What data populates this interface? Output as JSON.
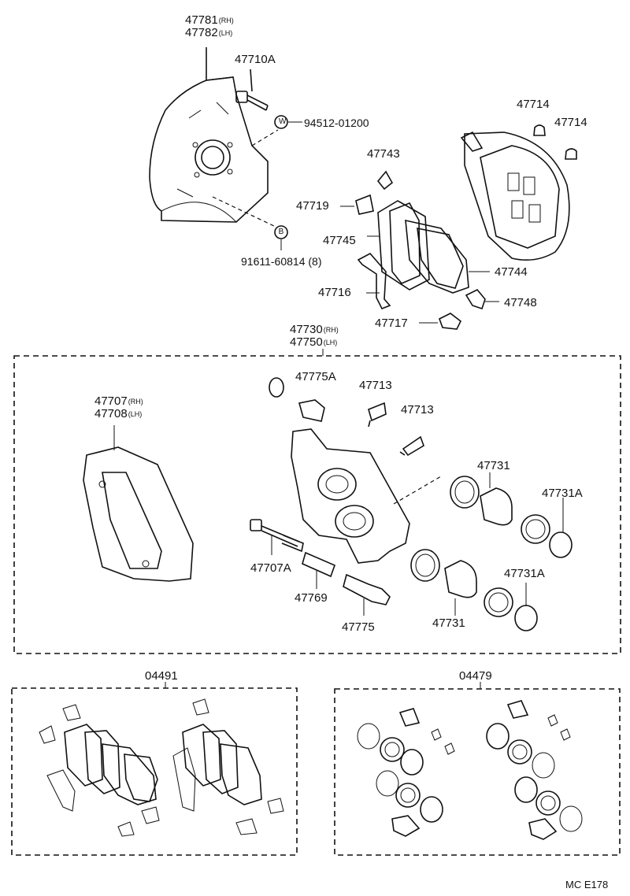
{
  "parts": {
    "p47781": "47781",
    "p47781_sfx": "(RH)",
    "p47782": "47782",
    "p47782_sfx": "(LH)",
    "p47710A": "47710A",
    "p94512": "94512-01200",
    "p91611": "91611-60814 (8)",
    "p47714a": "47714",
    "p47714b": "47714",
    "p47743": "47743",
    "p47719": "47719",
    "p47745": "47745",
    "p47744": "47744",
    "p47716": "47716",
    "p47748": "47748",
    "p47717": "47717",
    "p47730": "47730",
    "p47730_sfx": "(RH)",
    "p47750": "47750",
    "p47750_sfx": "(LH)",
    "p47775A": "47775A",
    "p47713a": "47713",
    "p47713b": "47713",
    "p47707": "47707",
    "p47707_sfx": "(RH)",
    "p47708": "47708",
    "p47708_sfx": "(LH)",
    "p47731a": "47731",
    "p47731Aa": "47731A",
    "p47707A": "47707A",
    "p47769": "47769",
    "p47775": "47775",
    "p47731b": "47731",
    "p47731Ab": "47731A",
    "p04491": "04491",
    "p04479": "04479"
  },
  "markers": {
    "washer": "W",
    "bolt": "B"
  },
  "code": "MC E178"
}
